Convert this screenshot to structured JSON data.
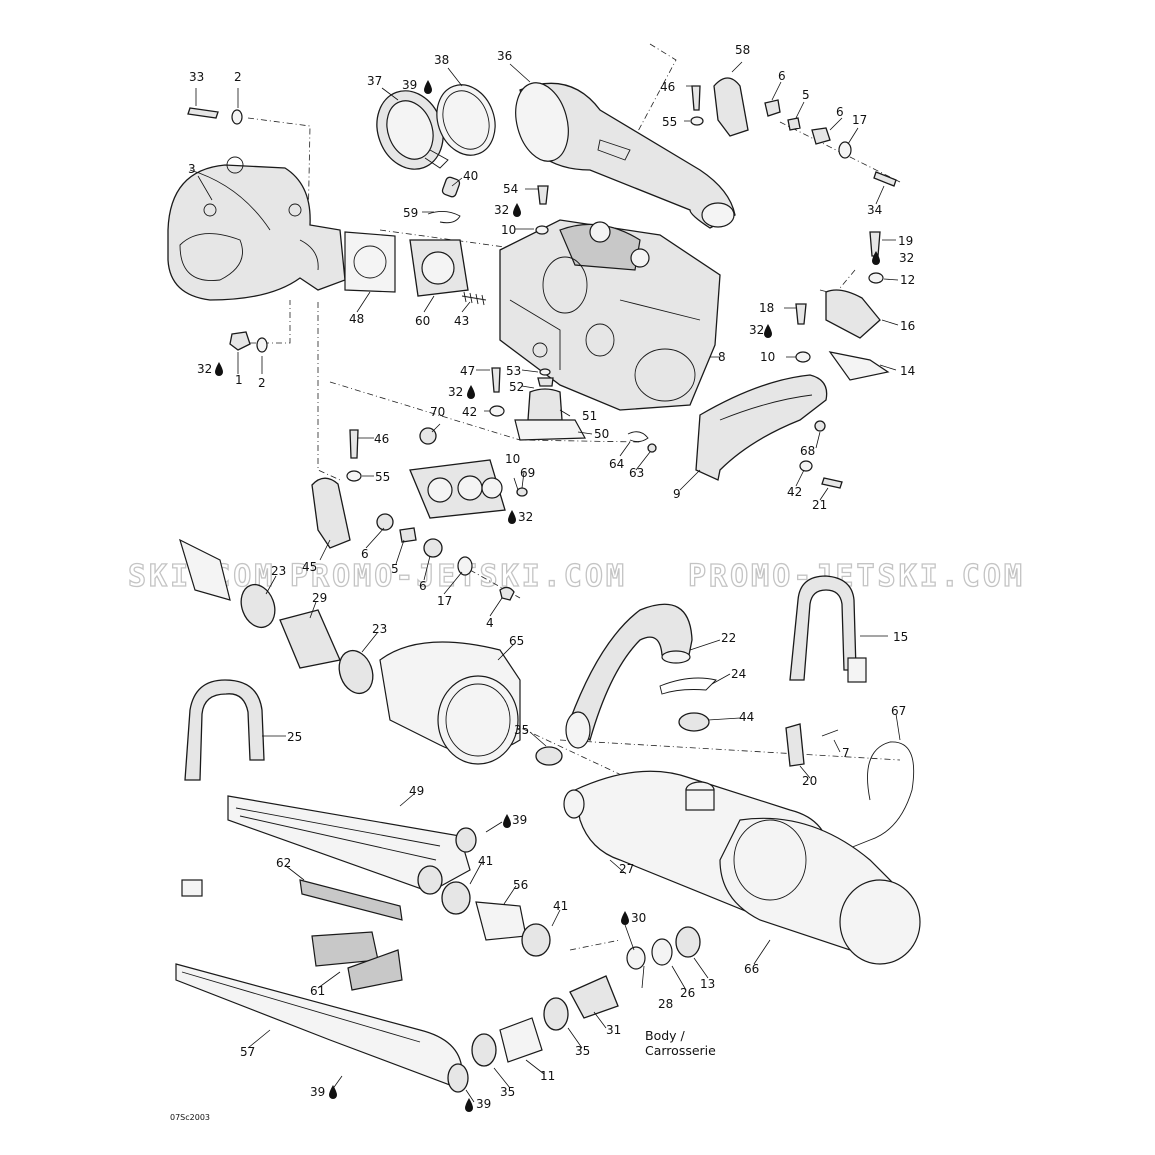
{
  "diagram": {
    "callouts": {
      "c1": "1",
      "c2a": "2",
      "c2b": "2",
      "c3": "3",
      "c4": "4",
      "c5a": "5",
      "c5b": "5",
      "c6a": "6",
      "c6b": "6",
      "c6c": "6",
      "c6d": "6",
      "c7": "7",
      "c8": "8",
      "c9": "9",
      "c10a": "10",
      "c10b": "10",
      "c10c": "10",
      "c11": "11",
      "c12": "12",
      "c13": "13",
      "c14": "14",
      "c15": "15",
      "c16": "16",
      "c17a": "17",
      "c17b": "17",
      "c18": "18",
      "c19": "19",
      "c20": "20",
      "c21": "21",
      "c22": "22",
      "c23a": "23",
      "c23b": "23",
      "c24": "24",
      "c25": "25",
      "c26": "26",
      "c27": "27",
      "c28": "28",
      "c29": "29",
      "c30": "30",
      "c31": "31",
      "c32a": "32",
      "c32b": "32",
      "c32c": "32",
      "c32d": "32",
      "c32e": "32",
      "c32f": "32",
      "c33": "33",
      "c34": "34",
      "c35a": "35",
      "c35b": "35",
      "c35c": "35",
      "c36": "36",
      "c37": "37",
      "c38": "38",
      "c39a": "39",
      "c39b": "39",
      "c39c": "39",
      "c39d": "39",
      "c40": "40",
      "c41a": "41",
      "c41b": "41",
      "c42a": "42",
      "c42b": "42",
      "c43": "43",
      "c44": "44",
      "c45": "45",
      "c46a": "46",
      "c46b": "46",
      "c47": "47",
      "c48": "48",
      "c49": "49",
      "c50": "50",
      "c51": "51",
      "c52": "52",
      "c53": "53",
      "c54": "54",
      "c55a": "55",
      "c55b": "55",
      "c56": "56",
      "c57": "57",
      "c58": "58",
      "c59": "59",
      "c60": "60",
      "c61": "61",
      "c62": "62",
      "c63": "63",
      "c64": "64",
      "c65": "65",
      "c66": "66",
      "c67": "67",
      "c68": "68",
      "c69": "69",
      "c70": "70"
    },
    "note_line1": "Body /",
    "note_line2": "Carrosserie",
    "drawing_code": "07Sc2003",
    "watermark_left": "SKI.COM",
    "watermark_mid": "PROMO-JETSKI.COM",
    "watermark_right": "PROMO-JETSKI.COM"
  },
  "colors": {
    "line": "#1a1a1a",
    "fill": "#e6e6e6",
    "watermark": "#c4c4c4"
  }
}
